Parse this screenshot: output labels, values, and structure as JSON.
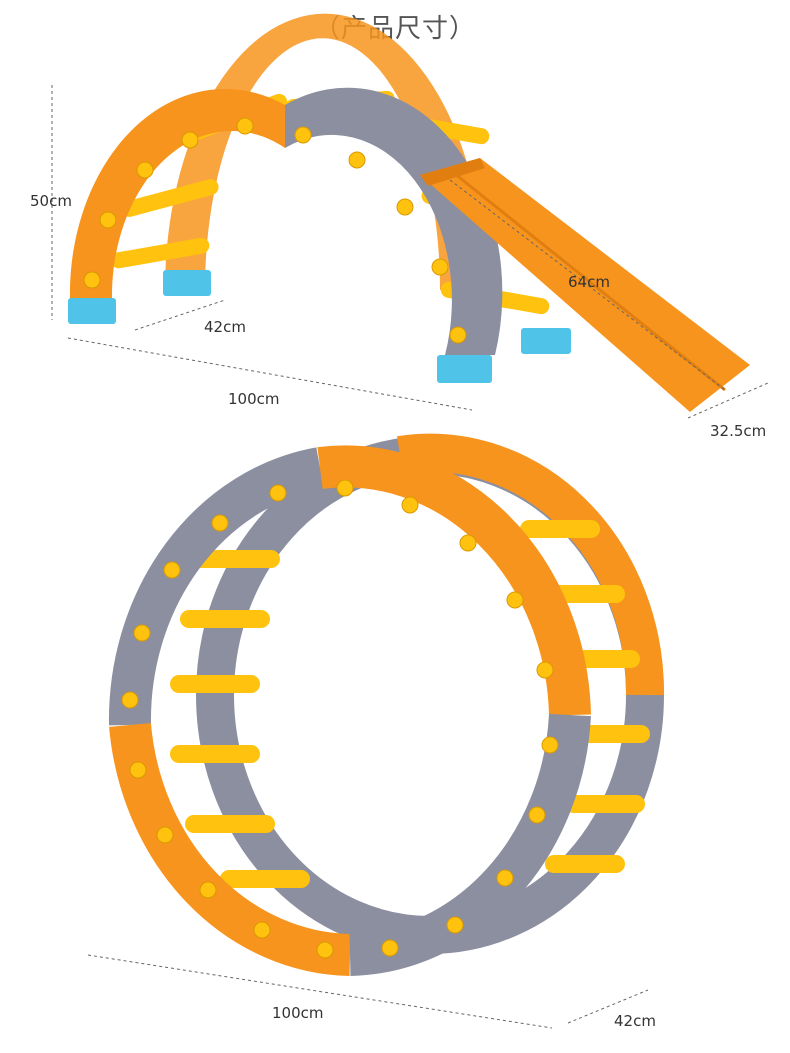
{
  "title": "（产品尺寸）",
  "top": {
    "height_label": "50cm",
    "depth_label": "42cm",
    "width_label": "100cm",
    "slide_length_label": "64cm",
    "slide_width_label": "32.5cm"
  },
  "bottom": {
    "width_label": "100cm",
    "depth_label": "42cm"
  },
  "colors": {
    "orange": "#F7941D",
    "gray": "#8C8FA0",
    "yellow": "#FFC20E",
    "blue": "#4FC3E8"
  }
}
